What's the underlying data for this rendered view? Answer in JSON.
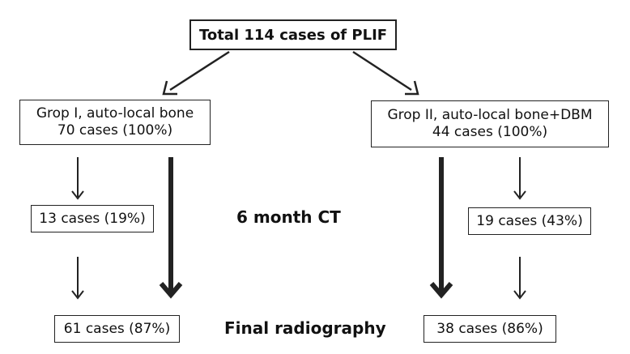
{
  "title_box": "Total 114 cases of PLIF",
  "group1": {
    "line1": "Grop I, auto-local bone",
    "line2": "70 cases (100%)",
    "ct_result": "13 cases (19%)",
    "final_result": "61 cases (87%)"
  },
  "group2": {
    "line1": "Grop II, auto-local bone+DBM",
    "line2": "44 cases (100%)",
    "ct_result": "19 cases (43%)",
    "final_result": "38 cases (86%)"
  },
  "stage_labels": {
    "ct": "6 month CT",
    "final": "Final radiography"
  }
}
